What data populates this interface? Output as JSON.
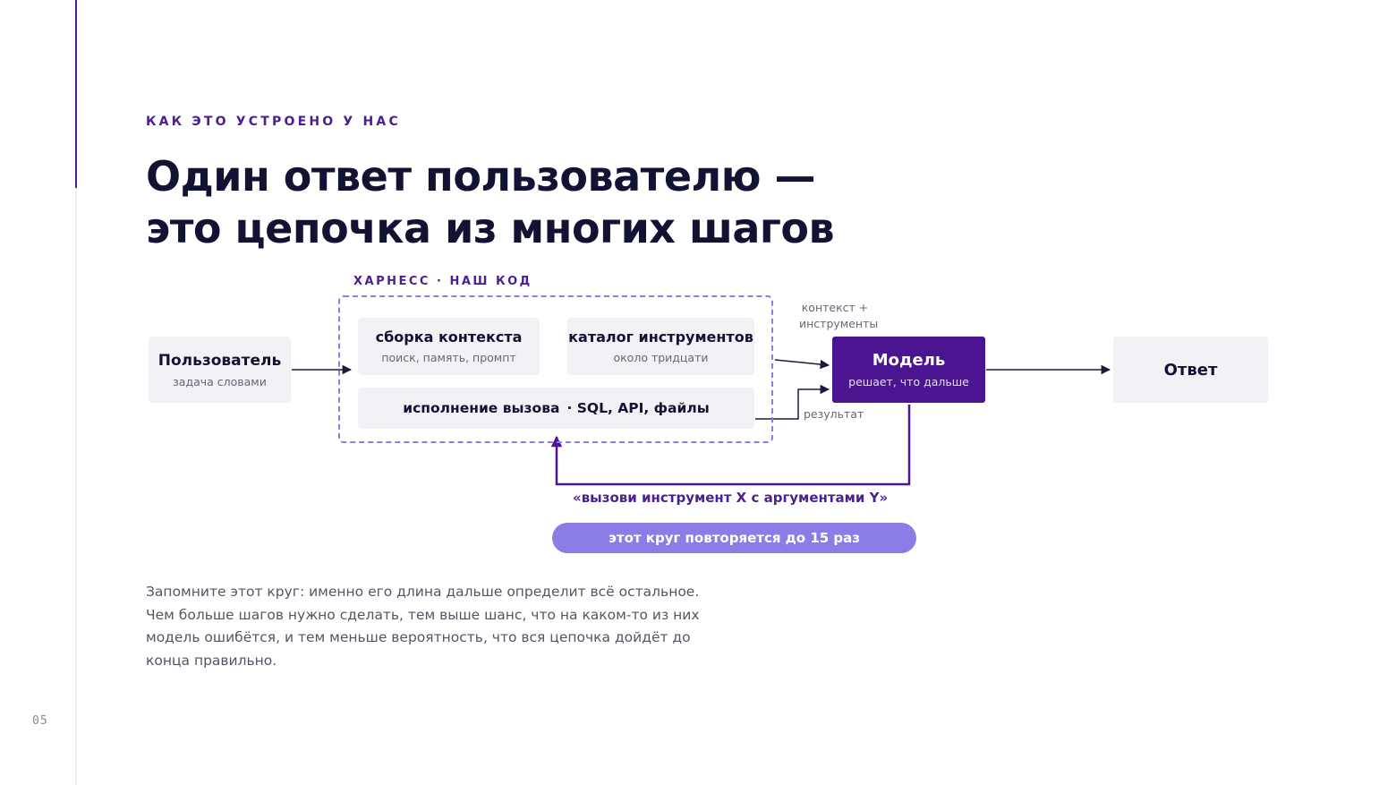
{
  "slide": {
    "page_number": "05",
    "eyebrow": "КАК ЭТО УСТРОЕНО У НАС",
    "title_line1": "Один ответ пользователю —",
    "title_line2": "это цепочка из многих шагов",
    "body": "Запомните этот круг: именно его длина дальше определит всё остальное. Чем больше шагов нужно сделать, тем выше шанс, что на каком-то из них модель ошибётся, и тем меньше вероятность, что вся цепочка дойдёт до конца правильно."
  },
  "diagram": {
    "harness_label": "ХАРНЕСС · НАШ КОД",
    "user": {
      "title": "Пользователь",
      "subtitle": "задача словами"
    },
    "context_build": {
      "title": "сборка контекста",
      "subtitle": "поиск, память, промпт"
    },
    "tool_catalog": {
      "title": "каталог инструментов",
      "subtitle": "около тридцати"
    },
    "call_exec": {
      "title": "исполнение вызова",
      "detail": "· SQL, API, файлы"
    },
    "model": {
      "title": "Модель",
      "subtitle": "решает, что дальше"
    },
    "answer": {
      "title": "Ответ"
    },
    "note_context": "контекст + инструменты",
    "note_result": "результат",
    "call_label": "«вызови инструмент X с аргументами Y»",
    "loop_pill": "этот круг повторяется до 15 раз"
  },
  "colors": {
    "accent": "#4b1f91",
    "model_fill": "#4b1490",
    "pill_fill": "#8a7de6",
    "dashed_border": "#8f7ae8",
    "box_fill": "#f2f2f6",
    "title": "#121233"
  }
}
